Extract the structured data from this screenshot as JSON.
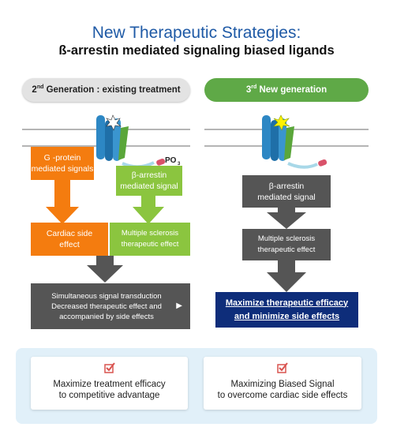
{
  "title": "New Therapeutic Strategies:",
  "subtitle": "ß-arrestin mediated signaling biased ligands",
  "left": {
    "pill": {
      "prefix": "2",
      "sup": "nd",
      "suffix": " Generation : existing treatment"
    },
    "g_protein_box": [
      "G -protein",
      "mediated signals"
    ],
    "arrestin_box": [
      "β-arrestin",
      "mediated signal"
    ],
    "cardiac_box": [
      "Cardiac side",
      "effect"
    ],
    "ms_box": [
      "Multiple sclerosis",
      "therapeutic effect"
    ],
    "result_box": [
      "Simultaneous signal transduction",
      "Decreased therapeutic effect and",
      "accompanied by side effects"
    ],
    "po3_label": "PO",
    "po3_sub": "3"
  },
  "right": {
    "pill": {
      "prefix": "3",
      "sup": "rd",
      "suffix": " New generation"
    },
    "arrestin_box": [
      "β-arrestin",
      "mediated signal"
    ],
    "ms_box": [
      "Multiple sclerosis",
      "therapeutic effect"
    ],
    "result_box": [
      "Maximize therapeutic efficacy",
      "and minimize side effects"
    ]
  },
  "cards": [
    {
      "line1": "Maximize treatment efficacy",
      "line2": "to competitive advantage",
      "icon": "checkbox-icon"
    },
    {
      "line1": "Maximizing Biased Signal",
      "line2": "to overcome cardiac side effects",
      "icon": "checkbox-icon"
    }
  ],
  "colors": {
    "title": "#1f5aa6",
    "orange": "#f47c0f",
    "green": "#8bc53f",
    "gray": "#555555",
    "navy": "#0e2d7a",
    "pill_green": "#5fa947",
    "panel": "#e1f0f9"
  }
}
